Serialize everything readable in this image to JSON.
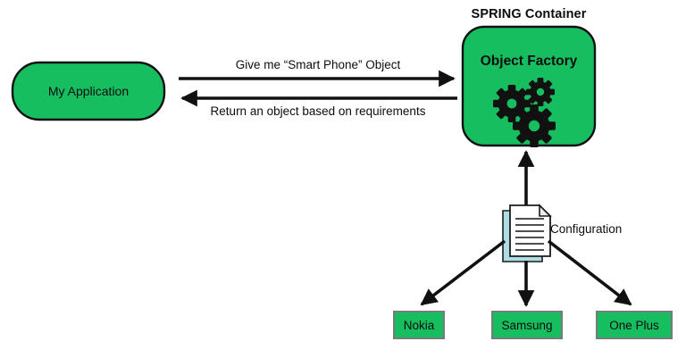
{
  "diagram": {
    "title_node": {
      "label": "SPRING Container"
    },
    "nodes": {
      "application": {
        "label": "My Application",
        "shape": "rounded-rectangle",
        "fill": "#17BE60",
        "stroke": "#111111"
      },
      "object_factory": {
        "label": "Object Factory",
        "shape": "rounded-rectangle",
        "fill": "#17BE60",
        "stroke": "#111111",
        "icon": "gears-icon"
      },
      "configuration": {
        "label": "Configuration",
        "shape": "document",
        "front_fill": "#FFFFFF",
        "back_fill": "#AEDCE5",
        "stroke": "#1b1b1b"
      }
    },
    "edges": [
      {
        "id": "request",
        "from": "application",
        "to": "object_factory",
        "label": "Give me “Smart Phone” Object",
        "direction": "right"
      },
      {
        "id": "response",
        "from": "object_factory",
        "to": "application",
        "label": "Return an object based on requirements",
        "direction": "left"
      },
      {
        "id": "config-to-factory",
        "from": "configuration",
        "to": "object_factory",
        "label": "",
        "direction": "up"
      },
      {
        "id": "config-to-nokia",
        "from": "configuration",
        "to": "nokia",
        "label": "",
        "direction": "down-left"
      },
      {
        "id": "config-to-samsung",
        "from": "configuration",
        "to": "samsung",
        "label": "",
        "direction": "down"
      },
      {
        "id": "config-to-oneplus",
        "from": "configuration",
        "to": "oneplus",
        "label": "",
        "direction": "down-right"
      }
    ],
    "products": [
      {
        "id": "nokia",
        "label": "Nokia",
        "fill": "#17BE60",
        "stroke": "#7a7a7a"
      },
      {
        "id": "samsung",
        "label": "Samsung",
        "fill": "#17BE60",
        "stroke": "#7a7a7a"
      },
      {
        "id": "oneplus",
        "label": "One Plus",
        "fill": "#17BE60",
        "stroke": "#7a7a7a"
      }
    ],
    "colors": {
      "green": "#17BE60",
      "doc_blue": "#AEDCE5",
      "line": "#111111",
      "background": "#FFFFFF"
    }
  }
}
